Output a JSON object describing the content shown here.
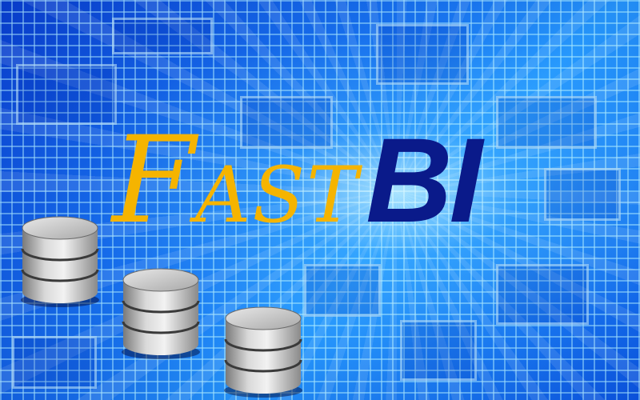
{
  "logo": {
    "fast_initial": "F",
    "fast_rest": "AST",
    "bi": "BI",
    "colors": {
      "fast": "#f5b400",
      "bi": "#0a1a8a"
    }
  },
  "icons": [
    "database-icon",
    "database-icon",
    "database-icon"
  ]
}
